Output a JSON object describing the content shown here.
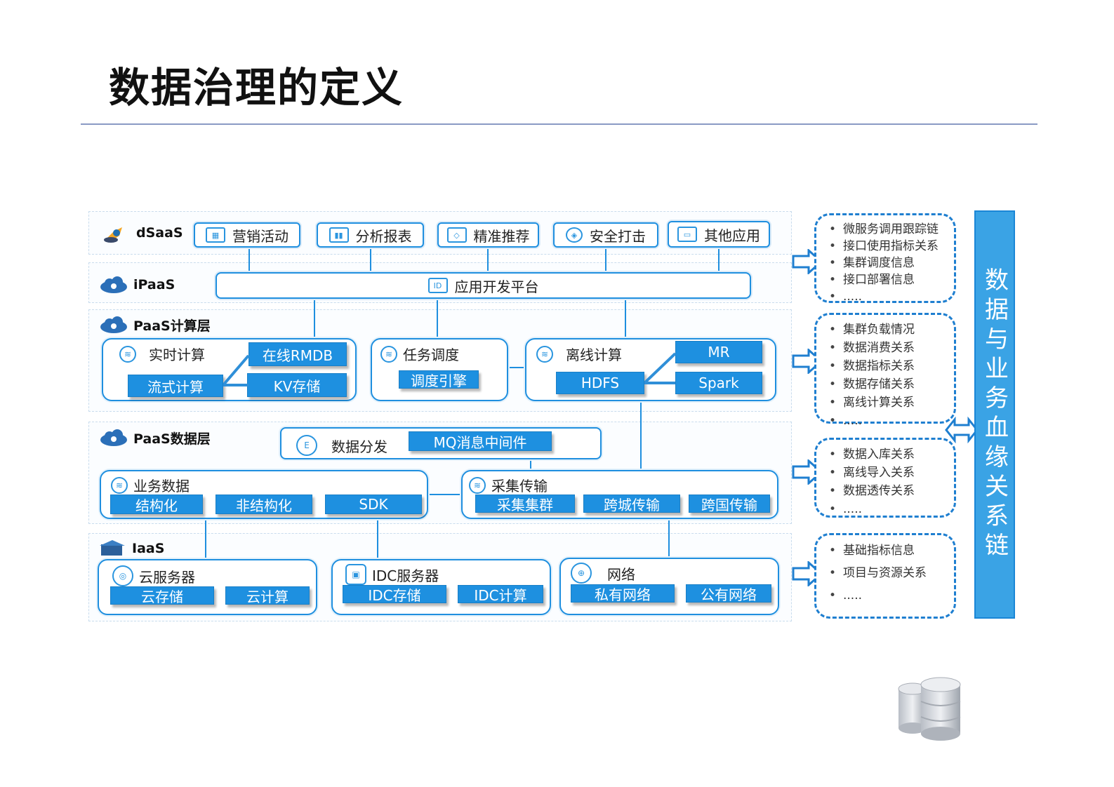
{
  "page": {
    "title": "数据治理的定义"
  },
  "layers": {
    "dsaas": {
      "label": "dSaaS",
      "apps": [
        {
          "label": "营销活动",
          "icon": "store-icon"
        },
        {
          "label": "分析报表",
          "icon": "bar-chart-icon"
        },
        {
          "label": "精准推荐",
          "icon": "target-icon"
        },
        {
          "label": "安全打击",
          "icon": "shield-icon"
        },
        {
          "label": "其他应用",
          "icon": "monitor-icon"
        }
      ]
    },
    "ipaas": {
      "label": "iPaaS",
      "platform": "应用开发平台"
    },
    "paas_compute": {
      "label": "PaaS计算层",
      "realtime": {
        "title": "实时计算",
        "online_rmdb": "在线RMDB",
        "stream": "流式计算",
        "kv": "KV存储"
      },
      "schedule": {
        "title": "任务调度",
        "engine": "调度引擎"
      },
      "offline": {
        "title": "离线计算",
        "mr": "MR",
        "hdfs": "HDFS",
        "spark": "Spark"
      }
    },
    "paas_data": {
      "label": "PaaS数据层",
      "distribute": {
        "title": "数据分发",
        "mq": "MQ消息中间件"
      },
      "business": {
        "title": "业务数据",
        "items": [
          "结构化",
          "非结构化",
          "SDK"
        ]
      },
      "collect": {
        "title": "采集传输",
        "items": [
          "采集集群",
          "跨城传输",
          "跨国传输"
        ]
      }
    },
    "iaas": {
      "label": "IaaS",
      "cloud": {
        "title": "云服务器",
        "items": [
          "云存储",
          "云计算"
        ]
      },
      "idc": {
        "title": "IDC服务器",
        "items": [
          "IDC存储",
          "IDC计算"
        ]
      },
      "network": {
        "title": "网络",
        "items": [
          "私有网络",
          "公有网络"
        ]
      }
    }
  },
  "info_boxes": [
    [
      "微服务调用跟踪链",
      "接口使用指标关系",
      "集群调度信息",
      "接口部署信息",
      "....."
    ],
    [
      "集群负载情况",
      "数据消费关系",
      "数据指标关系",
      "数据存储关系",
      "离线计算关系",
      "....."
    ],
    [
      "数据入库关系",
      "离线导入关系",
      "数据透传关系",
      "....."
    ],
    [
      "基础指标信息",
      "项目与资源关系",
      "....."
    ]
  ],
  "side_bar": {
    "label": "数据与业务血缘关系链"
  },
  "colors": {
    "accent": "#1e90e0",
    "border": "#1f8fdf",
    "bar": "#3aa3e5"
  }
}
